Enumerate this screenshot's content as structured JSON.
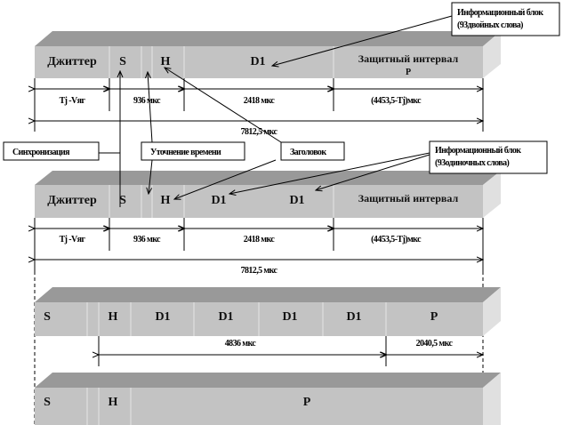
{
  "frame1": {
    "segments": [
      "Джиттер",
      "S",
      "H",
      "D1",
      "Защитный  интервал",
      "P"
    ],
    "dims": [
      "Tj -Vяг",
      "936 мкс",
      "2418 мкс",
      "(4453,5-Tj)мкс"
    ],
    "total": "7812,5 мкс"
  },
  "frame2": {
    "segments": [
      "Джиттер",
      "S",
      "H",
      "D1",
      "D1",
      "Защитный  интервал"
    ],
    "dims": [
      "Tj -Vяг",
      "936 мкс",
      "2418 мкс",
      "(4453,5-Tj)мкс"
    ],
    "total": "7812,5 мкс"
  },
  "frame3": {
    "segments": [
      "S",
      "H",
      "D1",
      "D1",
      "D1",
      "D1",
      "P"
    ],
    "dims": [
      "4836 мкс",
      "2040,5 мкс"
    ]
  },
  "frame4": {
    "segments": [
      "S",
      "H",
      "P"
    ]
  },
  "callouts": {
    "info_double": [
      "Информационный блок",
      "(93двойных слова)"
    ],
    "sync": "Синхронизация",
    "time_refine": "Уточнение времени",
    "header": "Заголовок",
    "info_single": [
      "Информационный блок",
      "(93одиночных слова)"
    ]
  }
}
